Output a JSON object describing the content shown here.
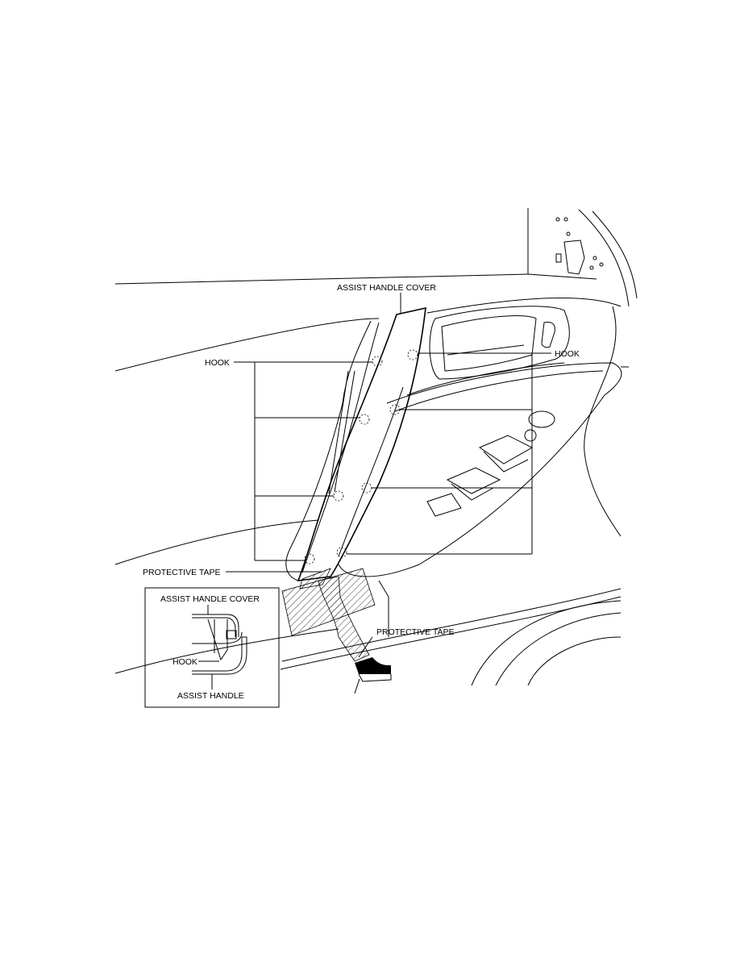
{
  "diagram": {
    "labels": {
      "assist_handle_cover": "ASSIST HANDLE COVER",
      "hook_left": "HOOK",
      "hook_right": "HOOK",
      "protective_tape_left": "PROTECTIVE TAPE",
      "protective_tape_right": "PROTECTIVE TAPE"
    },
    "inset": {
      "assist_handle_cover": "ASSIST HANDLE COVER",
      "hook": "HOOK",
      "assist_handle": "ASSIST HANDLE"
    }
  }
}
